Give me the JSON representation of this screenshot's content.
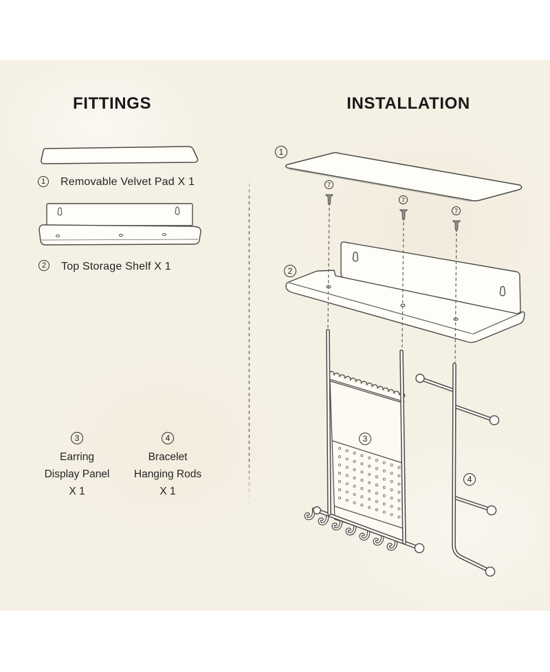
{
  "colors": {
    "panel_background": "#f5f0e4",
    "paper": "#ffffff",
    "line_art": "#4a4a4a",
    "text": "#1f1f1f",
    "drawing_fill": "#fffdf7"
  },
  "fittings": {
    "title": "FITTINGS",
    "items": [
      {
        "num": "1",
        "label": "Removable Velvet Pad X 1"
      },
      {
        "num": "2",
        "label": "Top Storage Shelf X 1"
      },
      {
        "num": "3",
        "lines": [
          "Earring",
          "Display Panel",
          "X 1"
        ]
      },
      {
        "num": "4",
        "lines": [
          "Bracelet",
          "Hanging Rods",
          "X 1"
        ]
      }
    ]
  },
  "installation": {
    "title": "INSTALLATION",
    "callouts": {
      "pad": "1",
      "shelf": "2",
      "earring_panel": "3",
      "bracelet_rods": "4",
      "screw": "7"
    }
  }
}
